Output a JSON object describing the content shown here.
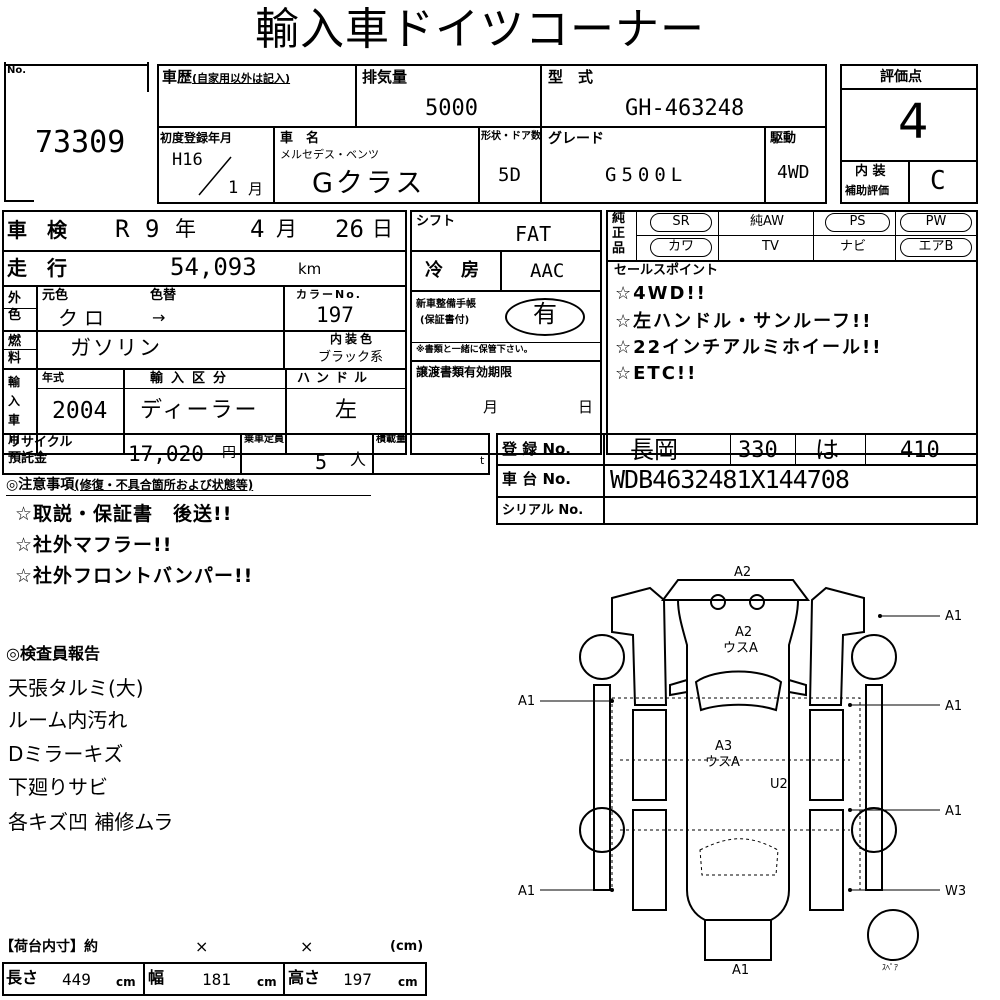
{
  "title": "輸入車ドイツコーナー",
  "no": {
    "label": "No.",
    "value": "73309"
  },
  "history": {
    "label": "車歴",
    "sub": "(自家用以外は記入)"
  },
  "displacement": {
    "label": "排気量",
    "value": "5000"
  },
  "model": {
    "label": "型　式",
    "value": "GH-463248"
  },
  "rating": {
    "label": "評価点",
    "value": "4",
    "interior_label": "内 装",
    "interior_sub": "補助評価",
    "interior_value": "C"
  },
  "first_reg": {
    "label": "初度登録年月",
    "era": "H16",
    "month": "1",
    "month_unit": "月"
  },
  "car_name": {
    "label": "車　名",
    "maker": "メルセデス・ベンツ",
    "name": "Gクラス"
  },
  "doors": {
    "label": "形状・ドア数",
    "value": "5D"
  },
  "grade": {
    "label": "グレード",
    "value": "G500L"
  },
  "drive": {
    "label": "駆動",
    "value": "4WD"
  },
  "inspection": {
    "label": "車　検",
    "era": "R",
    "year": "9",
    "year_unit": "年",
    "month": "4",
    "month_unit": "月",
    "day": "26",
    "day_unit": "日"
  },
  "shift": {
    "label": "シフト",
    "value": "FAT"
  },
  "aircon": {
    "label": "冷　房",
    "value": "AAC"
  },
  "mileage": {
    "label": "走　行",
    "value": "54,093",
    "unit": "km"
  },
  "color": {
    "side_label": "外色",
    "orig_label": "元色",
    "change_label": "色替",
    "orig": "クロ",
    "change": "→",
    "no_label": "カラーNo.",
    "no": "197"
  },
  "fuel": {
    "side_label": "燃料",
    "value": "ガソリン"
  },
  "interior_color": {
    "label": "内装色",
    "value": "ブラック系"
  },
  "maintenance": {
    "label1": "新車整備手帳",
    "label2": "(保証書付)",
    "value": "有",
    "note": "※書類と一緒に保管下さい。"
  },
  "options": {
    "side_label": "純正品",
    "row1": [
      "SR",
      "純AW",
      "PS",
      "PW"
    ],
    "row2": [
      "カワ",
      "TV",
      "ナビ",
      "エアB"
    ]
  },
  "sales_point": {
    "label": "セールスポイント",
    "lines": [
      "☆4WD!!",
      "☆左ハンドル・サンルーフ!!",
      "☆22インチアルミホイール!!",
      "☆ETC!!"
    ]
  },
  "import": {
    "side_label": "輸入車用",
    "year_label": "年式",
    "year": "2004",
    "type_label": "輸入区分",
    "type": "ディーラー",
    "handle_label": "ハンドル",
    "handle": "左"
  },
  "transfer": {
    "label": "譲渡書類有効期限",
    "month": "月",
    "day": "日"
  },
  "recycle": {
    "label1": "リサイクル",
    "label2": "預託金",
    "value": "17,020",
    "unit": "円"
  },
  "capacity": {
    "label": "乗車定員",
    "value": "5",
    "unit": "人"
  },
  "load": {
    "label": "積載量",
    "unit": "t"
  },
  "registration": {
    "label": "登 録 No.",
    "place": "長岡",
    "class": "330",
    "kana": "は",
    "number": "410"
  },
  "chassis": {
    "label": "車 台 No.",
    "value": "WDB4632481X144708"
  },
  "serial": {
    "label": "シリアル No."
  },
  "notes": {
    "title": "◎注意事項",
    "sub": "(修復・不具合箇所および状態等)",
    "lines": [
      "☆取説・保証書　後送!!",
      "☆社外マフラー!!",
      "☆社外フロントバンパー!!"
    ]
  },
  "inspector": {
    "title": "◎検査員報告",
    "lines": [
      "天張タルミ(大)",
      "ルーム内汚れ",
      "Dミラーキズ",
      "下廻りサビ",
      "各キズ凹 補修ムラ"
    ]
  },
  "cargo": {
    "title": "【荷台内寸】約",
    "x1": "×",
    "x2": "×",
    "unit": "(cm)",
    "length_label": "長さ",
    "length": "449",
    "width_label": "幅",
    "width": "181",
    "height_label": "高さ",
    "height": "197",
    "cm": "cm"
  },
  "diagram": {
    "labels": {
      "a2_top": "A2",
      "a2_hood": "A2",
      "usu_hood": "ウスA",
      "a3_roof": "A3",
      "usu_roof": "ウスA",
      "u2": "U2",
      "a1_rf": "A1",
      "a1_lf": "A1",
      "a1_rr1": "A1",
      "a1_rr2": "A1",
      "a1_lr": "A1",
      "w3": "W3",
      "a1_bottom": "A1",
      "spare": "ｽﾍﾟｱ"
    }
  }
}
